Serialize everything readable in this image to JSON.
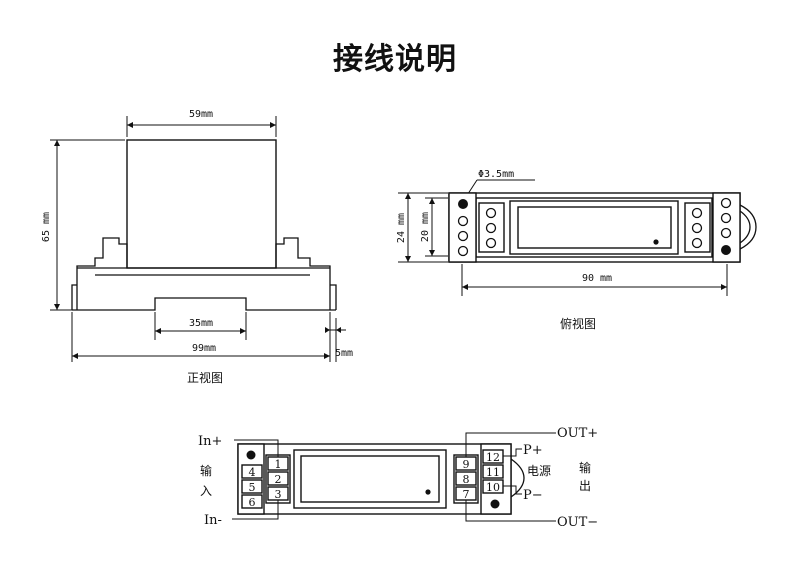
{
  "title": "接线说明",
  "front_view": {
    "caption": "正视图",
    "dim_width_top": "59mm",
    "dim_height": "65 mm",
    "dim_rail": "35mm",
    "dim_width_bottom": "99mm",
    "dim_gap": "5mm"
  },
  "top_view": {
    "caption": "俯视图",
    "dim_hole": "Φ3.5mm",
    "dim_height_outer": "24 mm",
    "dim_height_inner": "20 mm",
    "dim_length": "90 mm"
  },
  "wiring": {
    "in_plus": "In+",
    "in_minus": "In-",
    "input_label": [
      "输",
      "入"
    ],
    "left_inner_terminals": [
      "1",
      "2",
      "3"
    ],
    "left_outer_terminals": [
      "4",
      "5",
      "6"
    ],
    "right_inner_terminals": [
      "9",
      "8",
      "7"
    ],
    "right_outer_terminals": [
      "12",
      "11",
      "10"
    ],
    "p_plus": "P+",
    "p_minus": "P−",
    "power_label": "电源",
    "out_plus": "OUT+",
    "out_minus": "OUT−",
    "output_label": [
      "输",
      "出"
    ]
  }
}
